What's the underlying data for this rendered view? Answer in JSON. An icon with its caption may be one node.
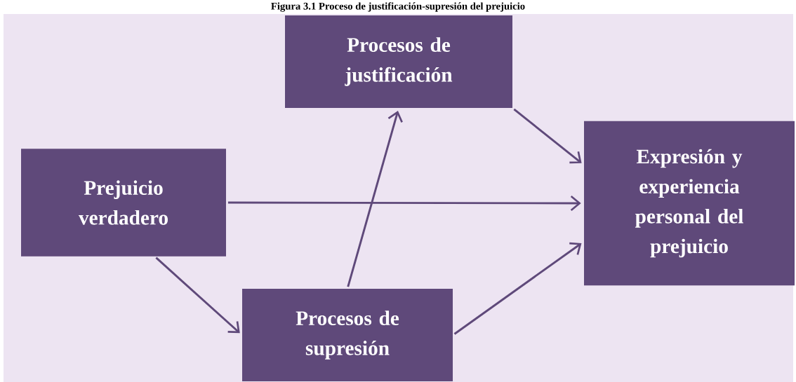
{
  "diagram": {
    "title": "Figura 3.1 Proceso de justificación-supresión del prejuicio",
    "nodes": [
      {
        "text": [
          "Procesos de justificación"
        ]
      },
      {
        "text": [
          "Prejuicio verdadero"
        ]
      },
      {
        "text": [
          "Expresión y experiencia personal del prejuicio"
        ]
      },
      {
        "text": [
          "Procesos de supresión"
        ]
      }
    ],
    "edges": [
      {
        "from": 1,
        "to": 2,
        "arrow": "to"
      },
      {
        "from": 1,
        "to": 3,
        "arrow": "to"
      },
      {
        "from": 3,
        "to": 0,
        "arrow": "to"
      },
      {
        "from": 0,
        "to": 2,
        "arrow": "to"
      },
      {
        "from": 3,
        "to": 2,
        "arrow": "to"
      }
    ]
  }
}
